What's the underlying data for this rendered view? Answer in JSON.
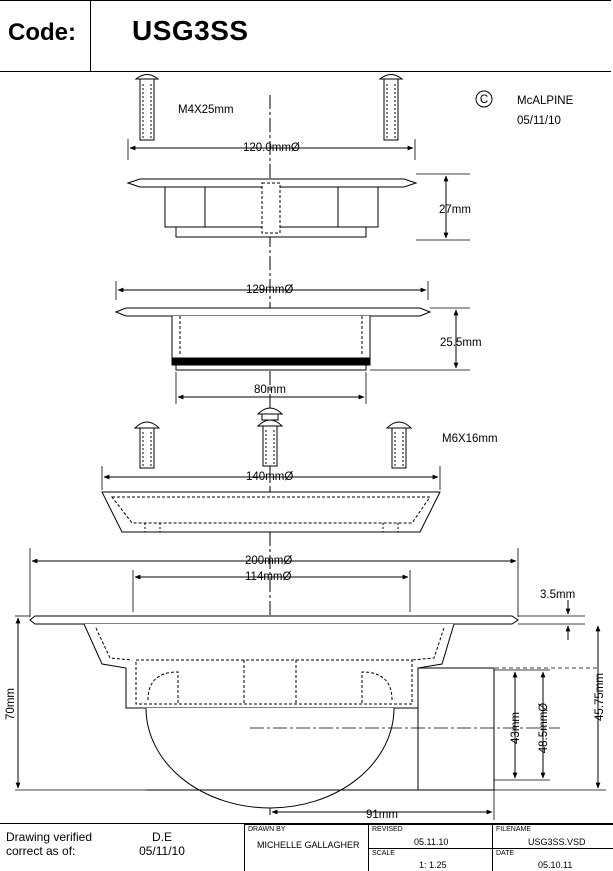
{
  "header": {
    "code_label": "Code:",
    "code_value": "USG3SS"
  },
  "copyright": {
    "symbol": "C",
    "company": "McALPINE",
    "date": "05/11/10"
  },
  "dimensions": {
    "screw_top": "M4X25mm",
    "d120": "120.0mmØ",
    "h27": "27mm",
    "d129": "129mmØ",
    "h25_5": "25.5mm",
    "w80": "80mm",
    "screw_mid": "M6X16mm",
    "d140": "140mmØ",
    "d200": "200mmØ",
    "d114": "114mmØ",
    "t3_5": "3.5mm",
    "h70": "70mm",
    "h45_75": "45.75mm",
    "h43": "43mm",
    "d48_5": "48.5mmØ",
    "w91": "91mm"
  },
  "footer": {
    "verified_line1": "Drawing verified",
    "verified_line2": "correct as of:",
    "initials": "D.E",
    "verified_date": "05/11/10",
    "drawn_by_caption": "DRAWN BY",
    "drawn_by": "MICHELLE GALLAGHER",
    "revised_caption": "REVISED",
    "revised": "05.11.10",
    "filename_caption": "FILENAME",
    "filename": "USG3SS.VSD",
    "scale_caption": "SCALE",
    "scale": "1: 1.25",
    "date_caption": "DATE",
    "date": "05.10.11"
  }
}
